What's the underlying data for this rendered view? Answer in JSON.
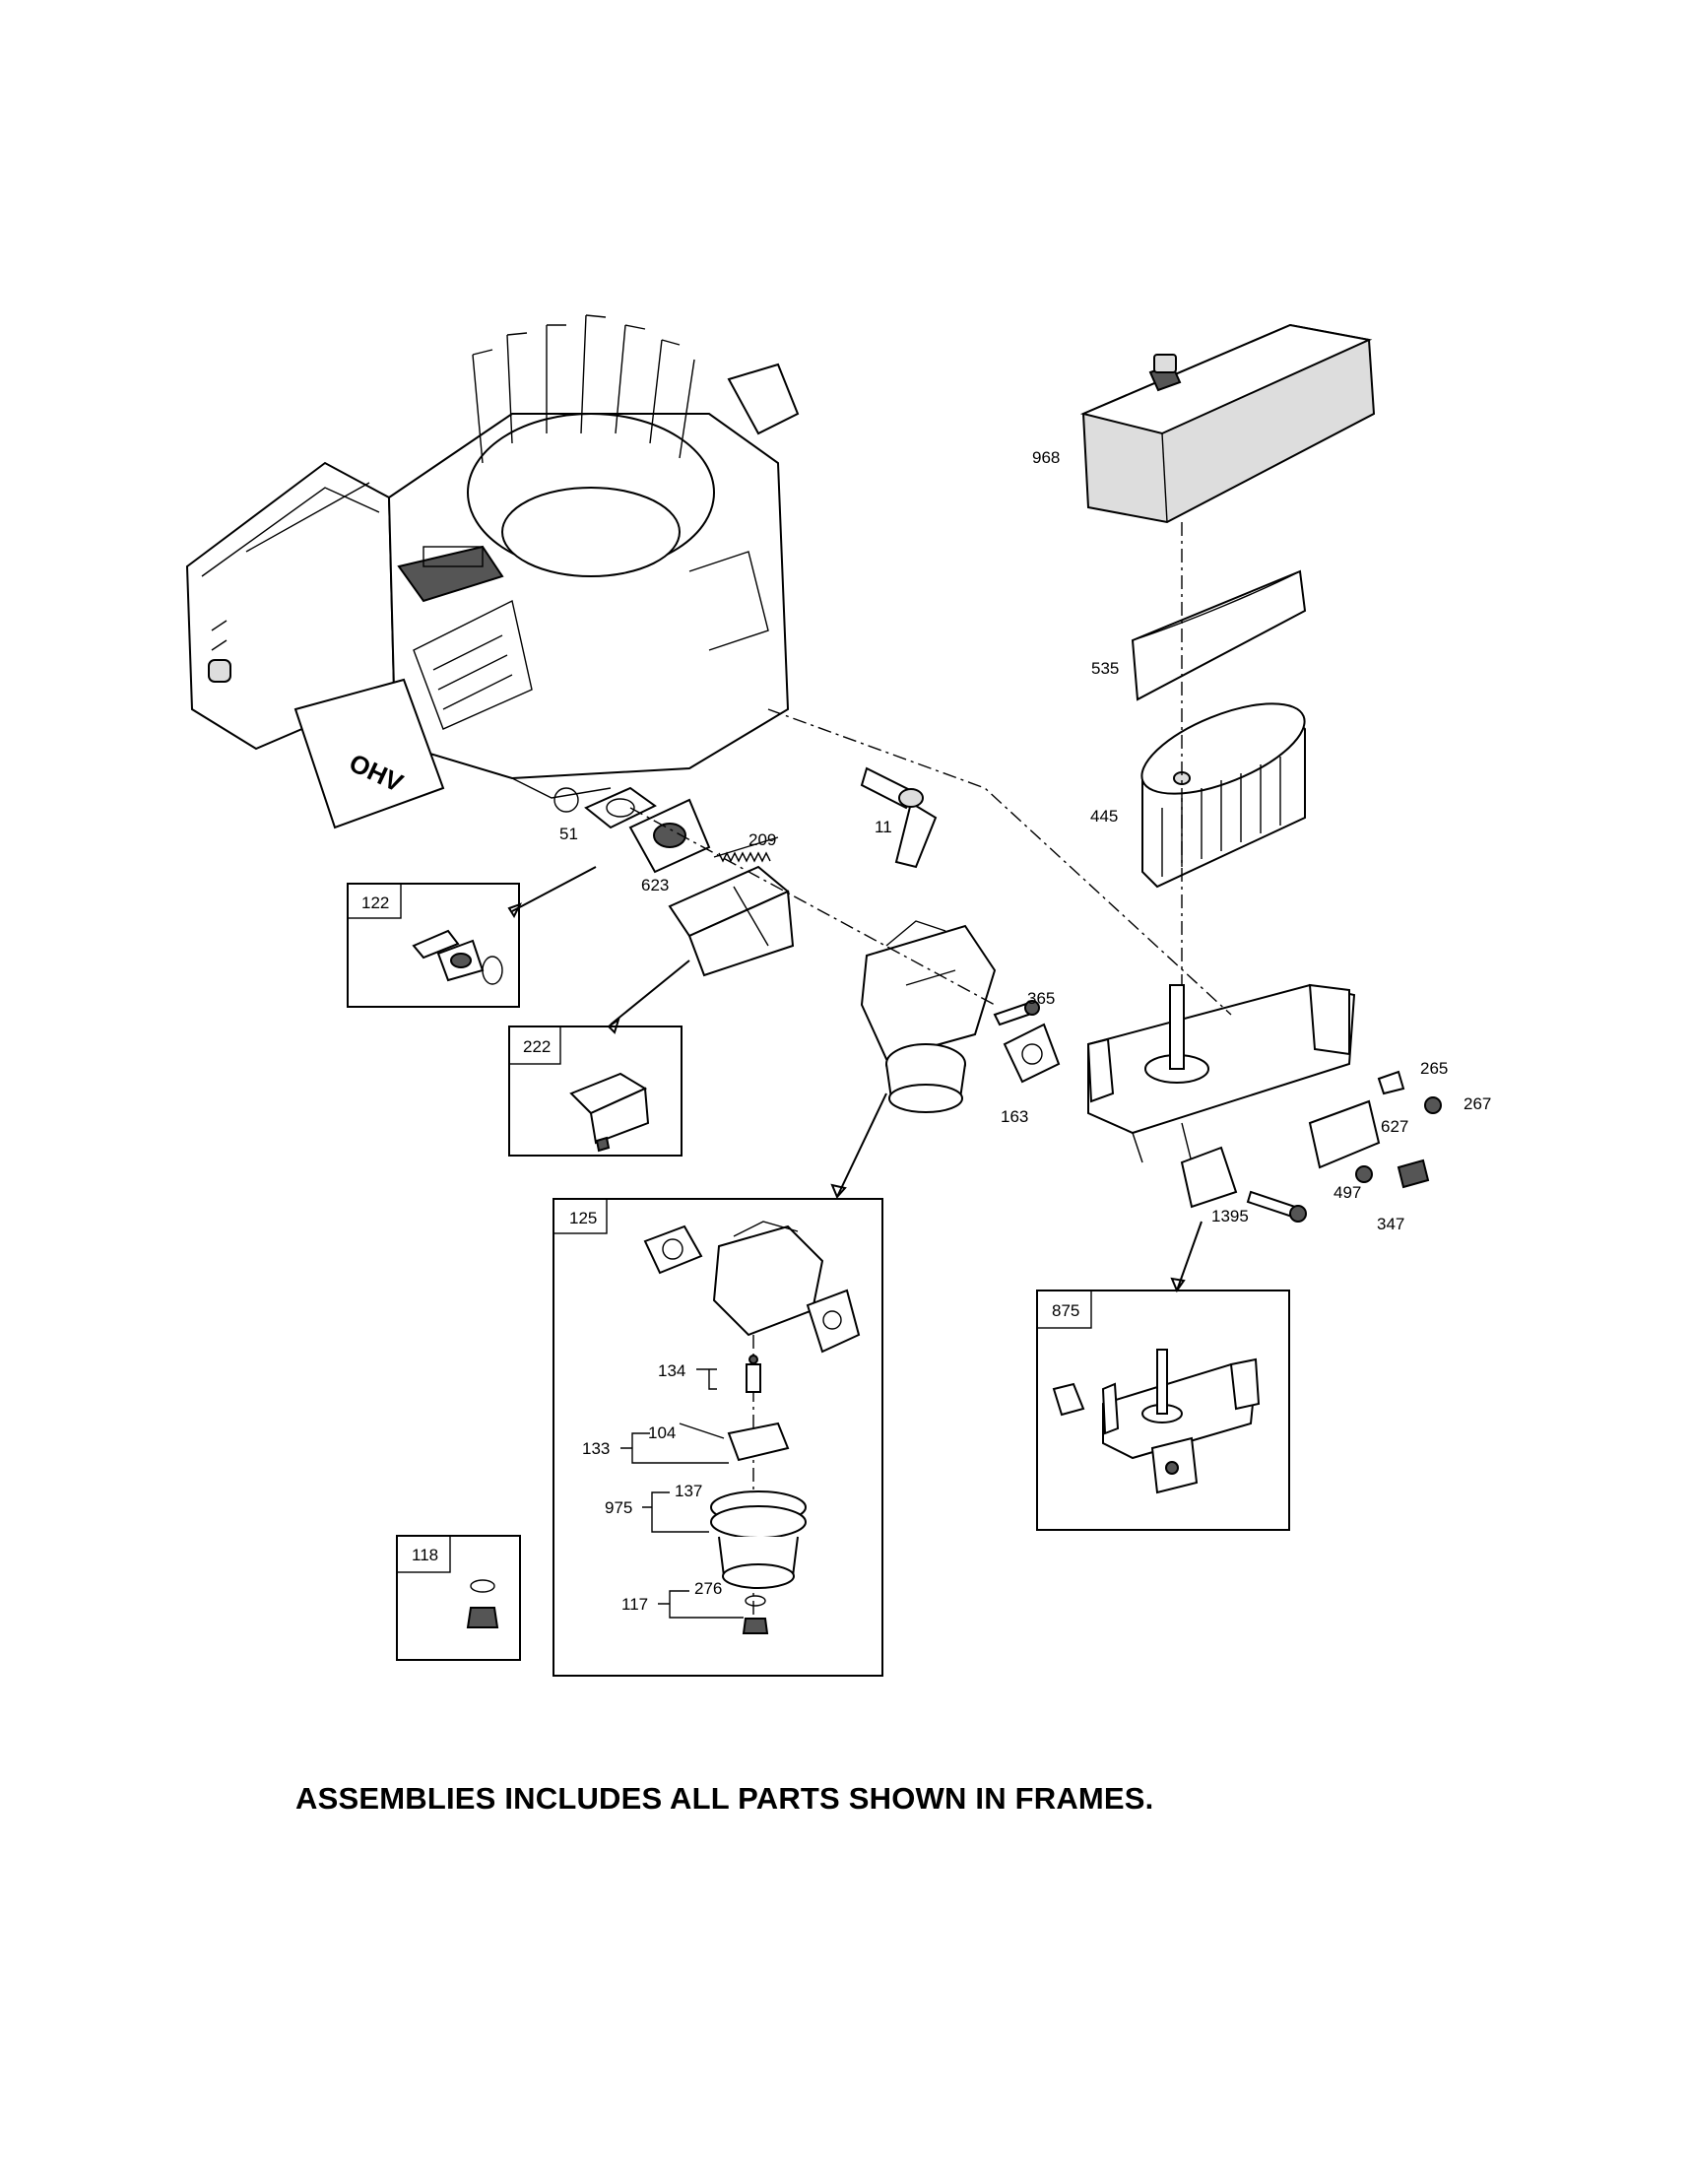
{
  "callouts": {
    "p968": "968",
    "p535": "535",
    "p445": "445",
    "p51": "51",
    "p623": "623",
    "p209": "209",
    "p11": "11",
    "p365": "365",
    "p163": "163",
    "p265": "265",
    "p267": "267",
    "p627": "627",
    "p497": "497",
    "p1395": "1395",
    "p347": "347",
    "p134": "134",
    "p133": "133",
    "p104": "104",
    "p137": "137",
    "p975": "975",
    "p276": "276",
    "p117": "117"
  },
  "frames": {
    "f122": "122",
    "f222": "222",
    "f125": "125",
    "f875": "875",
    "f118": "118"
  },
  "engine_badge": "OHV",
  "footer_note": "ASSEMBLIES INCLUDES ALL PARTS SHOWN IN FRAMES."
}
